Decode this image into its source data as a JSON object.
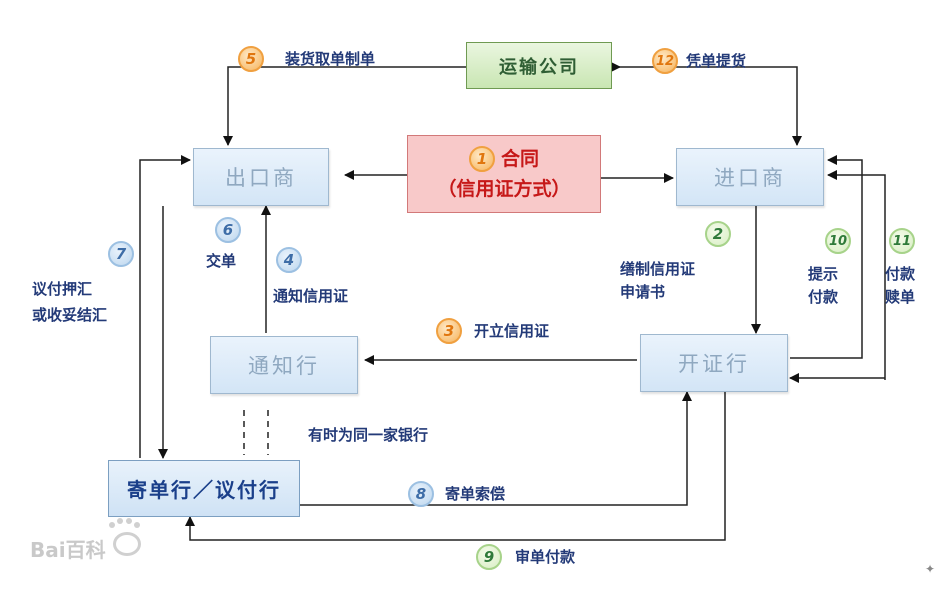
{
  "boxes": {
    "carrier": "运输公司",
    "exporter": "出口商",
    "importer": "进口商",
    "contract_line1": "合同",
    "contract_line2": "（信用证方式）",
    "advising_bank": "通知行",
    "issuing_bank": "开证行",
    "remitting_bank": "寄单行／议付行"
  },
  "steps": [
    {
      "num": "1",
      "label": "合同"
    },
    {
      "num": "2",
      "label": "缮制信用证申请书"
    },
    {
      "num": "3",
      "label": "开立信用证"
    },
    {
      "num": "4",
      "label": "通知信用证"
    },
    {
      "num": "5",
      "label": "装货取单制单"
    },
    {
      "num": "6",
      "label": "交单"
    },
    {
      "num": "7",
      "label": "议付押汇或收妥结汇"
    },
    {
      "num": "8",
      "label": "寄单索偿"
    },
    {
      "num": "9",
      "label": "审单付款"
    },
    {
      "num": "10",
      "label": "提示付款"
    },
    {
      "num": "11",
      "label": "付款赎单"
    },
    {
      "num": "12",
      "label": "凭单提货"
    }
  ],
  "labels": {
    "s2_line1": "缮制信用证",
    "s2_line2": "申请书",
    "s7_line1": "议付押汇",
    "s7_line2": "或收妥结汇",
    "s10_line1": "提示",
    "s10_line2": "付款",
    "s11_line1": "付款",
    "s11_line2": "赎单",
    "same_bank_note": "有时为同一家银行"
  },
  "watermark": {
    "text": "Bai百科"
  },
  "colors": {
    "party_bg": "#d3e5f6",
    "carrier_bg": "#c9e6b3",
    "contract_bg": "#f8c9c9",
    "contract_text": "#c61818",
    "label_text": "#233a78",
    "badge_orange": "#f6b35a",
    "badge_blue": "#bcd6ee",
    "badge_green": "#d8eec3"
  }
}
